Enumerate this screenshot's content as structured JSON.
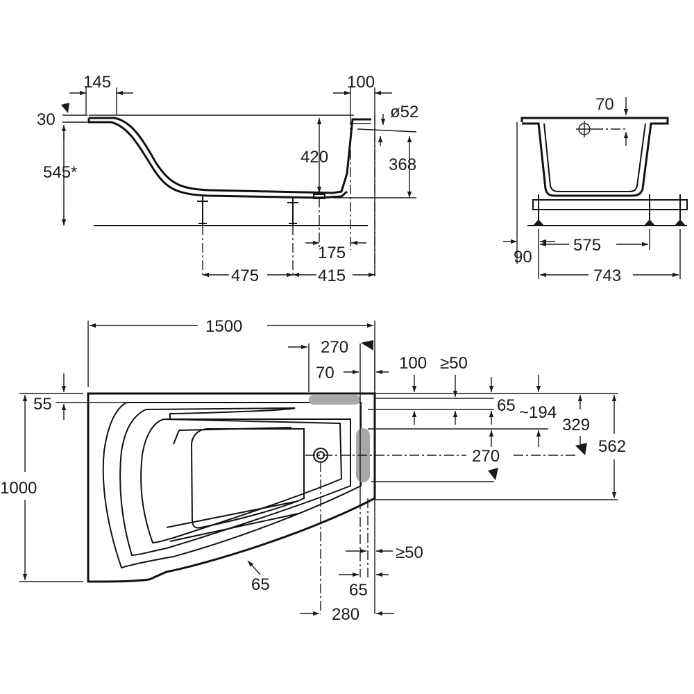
{
  "colors": {
    "line": "#111111",
    "highlight": "#a9a9a9",
    "background": "#ffffff"
  },
  "side_view": {
    "rim_left": "145",
    "rim_right": "100",
    "rim_thickness": "30",
    "total_height": "545*",
    "inner_depth": "420",
    "overflow_height": "368",
    "overflow_diameter": "ø52",
    "drain_to_end": "175",
    "leg_spacing": "475",
    "leg_to_end": "415"
  },
  "end_view": {
    "overflow_from_rim": "70",
    "leg_height": "90",
    "leg_spacing": "575",
    "total_width": "743"
  },
  "plan_view": {
    "length": "1500",
    "width": "1000",
    "rim_width": "55",
    "curved_rim_width": "65",
    "tap_area_length": "270",
    "tap_area_offset": "70",
    "deck_100": "100",
    "clearance_top": "≥50",
    "deck_65": "65",
    "deck_approx": "~194",
    "narrow_end_width": "329",
    "end_width": "562",
    "overflow_offset": "270",
    "clearance_side": "≥50",
    "right_rim_width": "65",
    "drain_offset": "280"
  }
}
